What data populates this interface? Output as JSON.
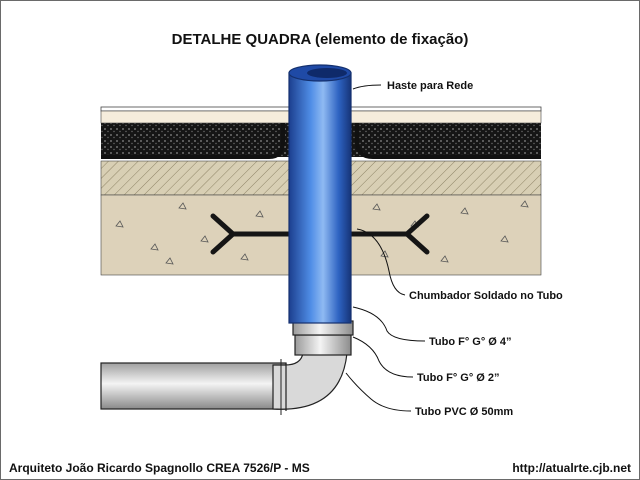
{
  "title": "DETALHE QUADRA (elemento de fixação)",
  "labels": {
    "haste": "Haste para Rede",
    "chumbador": "Chumbador Soldado no Tubo",
    "tubo4": "Tubo F° G° Ø 4”",
    "tubo2": "Tubo F° G° Ø 2”",
    "pvc": "Tubo PVC Ø 50mm"
  },
  "footer": {
    "author": "Arquiteto João Ricardo Spagnollo CREA 7526/P - MS",
    "site": "http://atualrte.cjb.net"
  },
  "colors": {
    "pipe_blue": "#2f68c8",
    "asphalt": "#1a1a1a",
    "hatch_soil": "#d8cfb4",
    "concrete": "#ddd2ba",
    "pvc_gray": "#d9d9d9"
  }
}
